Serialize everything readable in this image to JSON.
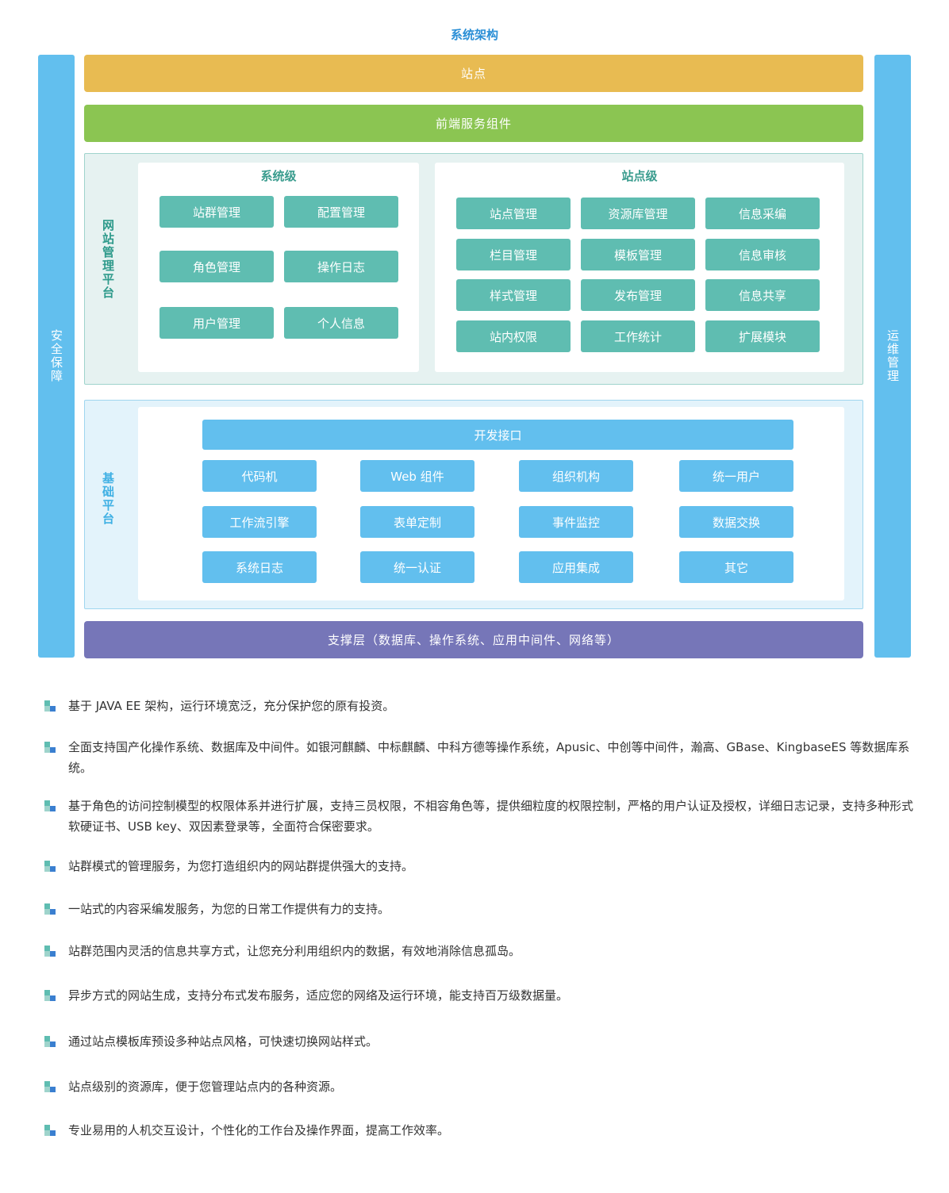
{
  "title": "系统架构",
  "left_bar": "安全保障",
  "right_bar": "运维管理",
  "site_bar": "站点",
  "frontend_bar": "前端服务组件",
  "support_bar": "支撑层（数据库、操作系统、应用中间件、网络等）",
  "mgmt_platform": {
    "label": "网站管理平台",
    "system_level": {
      "title": "系统级",
      "items": [
        "站群管理",
        "配置管理",
        "角色管理",
        "操作日志",
        "用户管理",
        "个人信息"
      ]
    },
    "site_level": {
      "title": "站点级",
      "items": [
        "站点管理",
        "资源库管理",
        "信息采编",
        "栏目管理",
        "模板管理",
        "信息审核",
        "样式管理",
        "发布管理",
        "信息共享",
        "站内权限",
        "工作统计",
        "扩展模块"
      ]
    }
  },
  "base_platform": {
    "label": "基础平台",
    "dev_interface": "开发接口",
    "items": [
      "代码机",
      "Web 组件",
      "组织机构",
      "统一用户",
      "工作流引擎",
      "表单定制",
      "事件监控",
      "数据交换",
      "系统日志",
      "统一认证",
      "应用集成",
      "其它"
    ]
  },
  "features": [
    "基于 JAVA EE 架构，运行环境宽泛，充分保护您的原有投资。",
    "全面支持国产化操作系统、数据库及中间件。如银河麒麟、中标麒麟、中科方德等操作系统，Apusic、中创等中间件，瀚高、GBase、KingbaseES 等数据库系统。",
    "基于角色的访问控制模型的权限体系并进行扩展，支持三员权限，不相容角色等，提供细粒度的权限控制，严格的用户认证及授权，详细日志记录，支持多种形式软硬证书、USB key、双因素登录等，全面符合保密要求。",
    "站群模式的管理服务，为您打造组织内的网站群提供强大的支持。",
    "一站式的内容采编发服务，为您的日常工作提供有力的支持。",
    "站群范围内灵活的信息共享方式，让您充分利用组织内的数据，有效地消除信息孤岛。",
    "异步方式的网站生成，支持分布式发布服务，适应您的网络及运行环境，能支持百万级数据量。",
    "通过站点模板库预设多种站点风格，可快速切换网站样式。",
    "站点级别的资源库，便于您管理站点内的各种资源。",
    "专业易用的人机交互设计，个性化的工作台及操作界面，提高工作效率。"
  ]
}
